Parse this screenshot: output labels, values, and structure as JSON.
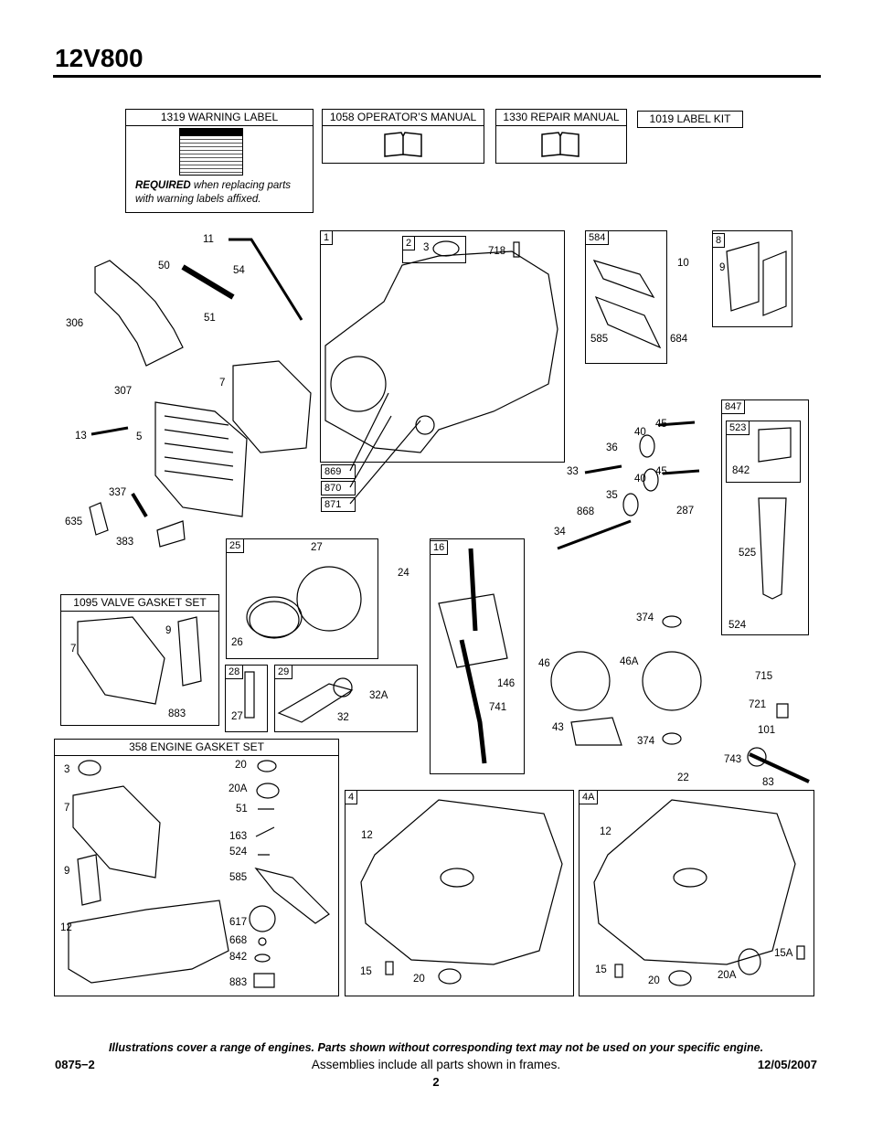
{
  "title": "12V800",
  "kits": {
    "warning_label": "1319 WARNING LABEL",
    "warning_required_bold": "REQUIRED",
    "warning_required_text": " when replacing parts with warning labels affixed.",
    "operators_manual": "1058 OPERATOR’S MANUAL",
    "repair_manual": "1330 REPAIR MANUAL",
    "label_kit": "1019 LABEL KIT",
    "valve_gasket_set": "1095 VALVE GASKET SET",
    "engine_gasket_set": "358 ENGINE GASKET SET"
  },
  "frames": {
    "f1": "1",
    "f2": "2",
    "f584": "584",
    "f8": "8",
    "f847": "847",
    "f523": "523",
    "f25": "25",
    "f16": "16",
    "f28": "28",
    "f29": "29",
    "f4": "4",
    "f4a": "4A",
    "f869": "869",
    "f870": "870",
    "f871": "871"
  },
  "labels": [
    "11",
    "50",
    "54",
    "51",
    "306",
    "307",
    "7",
    "13",
    "5",
    "337",
    "635",
    "383",
    "3",
    "718",
    "10",
    "9",
    "585",
    "684",
    "45",
    "40",
    "36",
    "33",
    "40",
    "45",
    "35",
    "868",
    "287",
    "34",
    "842",
    "525",
    "524",
    "27",
    "26",
    "24",
    "9",
    "7",
    "883",
    "374",
    "46",
    "46A",
    "146",
    "741",
    "27",
    "32A",
    "32",
    "43",
    "374",
    "715",
    "721",
    "101",
    "743",
    "22",
    "83",
    "3",
    "20",
    "20A",
    "7",
    "51",
    "163",
    "524",
    "9",
    "585",
    "12",
    "617",
    "668",
    "842",
    "883",
    "12",
    "15",
    "20",
    "12",
    "15",
    "20",
    "20A",
    "15A"
  ],
  "footer": {
    "note": "Illustrations cover a range of engines. Parts shown without corresponding text may not be used on your specific engine.",
    "code": "0875−2",
    "assemblies": "Assemblies include all parts shown in frames.",
    "date": "12/05/2007",
    "page": "2"
  }
}
